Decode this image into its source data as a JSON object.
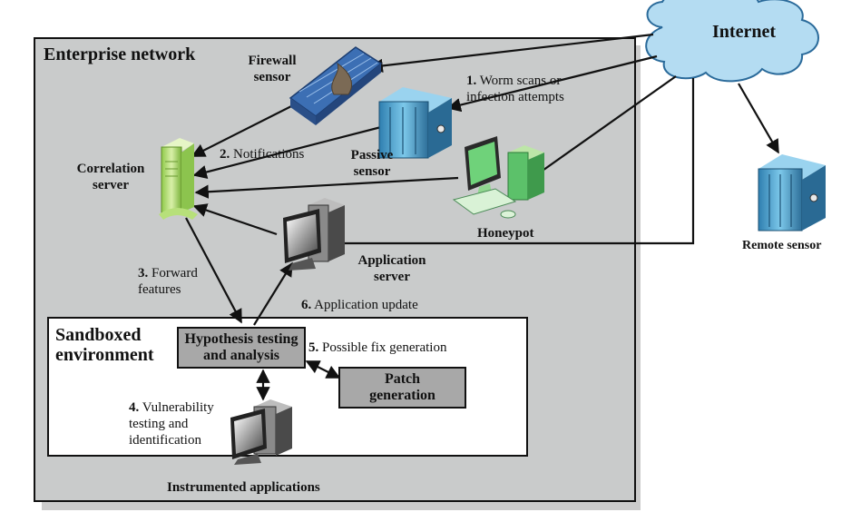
{
  "enterprise_title": "Enterprise network",
  "internet": "Internet",
  "firewall_sensor": "Firewall\nsensor",
  "passive_sensor": "Passive\nsensor",
  "correlation_server": "Correlation\nserver",
  "honeypot": "Honeypot",
  "application_server": "Application\nserver",
  "remote_sensor": "Remote sensor",
  "sandbox_title": "Sandboxed\nenvironment",
  "hypothesis_box": "Hypothesis testing\nand analysis",
  "patch_box": "Patch\ngeneration",
  "instrumented": "Instrumented applications",
  "steps": {
    "s1_num": "1.",
    "s1_text": " Worm scans or\ninfection attempts",
    "s2_num": "2.",
    "s2_text": " Notifications",
    "s3_num": "3.",
    "s3_text": " Forward\nfeatures",
    "s4_num": "4.",
    "s4_text": " Vulnerability\ntesting and\nidentification",
    "s5_num": "5.",
    "s5_text": " Possible fix generation",
    "s6_num": "6.",
    "s6_text": " Application update"
  },
  "colors": {
    "enterprise_bg": "#c9cbcb",
    "internet_cloud": "#b4dcf2",
    "box_gray": "#a8a8a8",
    "server_blue": "#5fb0d6",
    "correlation_green": "#b7e07a",
    "firewall_blue": "#3c6fb4"
  }
}
